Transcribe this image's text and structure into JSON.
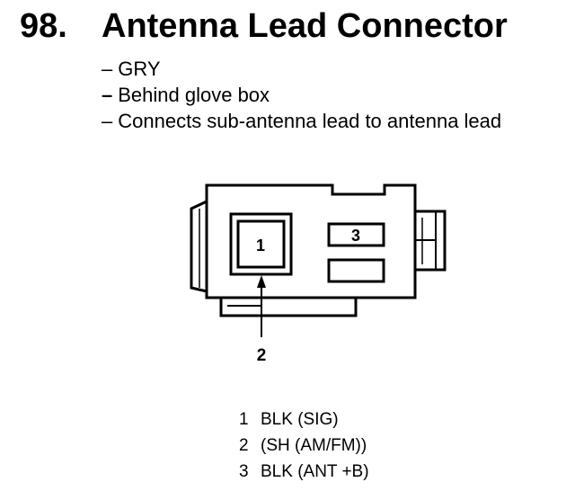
{
  "header": {
    "number": "98.",
    "title": "Antenna Lead Connector"
  },
  "notes": [
    {
      "dash": "–",
      "text": "GRY"
    },
    {
      "dash": "–",
      "text": "Behind glove box"
    },
    {
      "dash": "–",
      "text": "Connects sub-antenna lead to antenna lead"
    }
  ],
  "diagram": {
    "cavity_labels": [
      "1",
      "3"
    ],
    "callout_label": "2"
  },
  "pins": [
    {
      "number": "1",
      "desc": "BLK (SIG)"
    },
    {
      "number": "2",
      "desc": "(SH (AM/FM))"
    },
    {
      "number": "3",
      "desc": "BLK (ANT +B)"
    }
  ]
}
